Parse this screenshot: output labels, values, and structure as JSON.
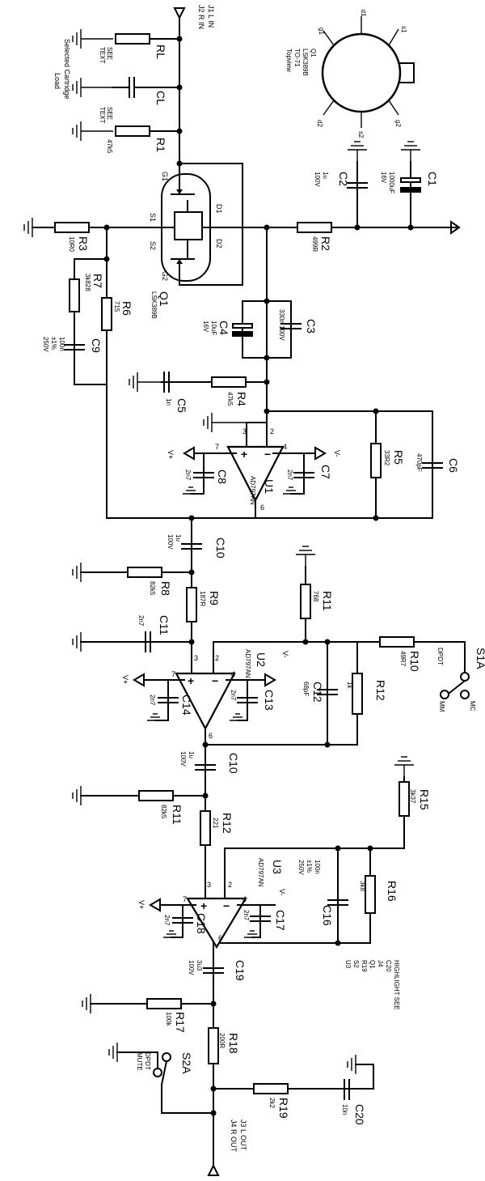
{
  "pinout": {
    "part": "LSK389B",
    "package": "TO-71",
    "view": "Topview",
    "ref": "Q1",
    "pins": [
      "d1",
      "s1",
      "g1",
      "d2",
      "s2",
      "g2"
    ]
  },
  "load": {
    "caption_1": "Selected Cartridge",
    "caption_2": "Load"
  },
  "connectors": {
    "input_1": "J1 L IN",
    "input_2": "J2 R IN",
    "output_1": "J3 L OUT",
    "output_2": "J4 R OUT"
  },
  "components": {
    "RL": {
      "ref": "RL",
      "val": "SEE",
      "val2": "TEXT"
    },
    "CL": {
      "ref": "CL",
      "val": "SEE",
      "val2": "TEXT"
    },
    "R1": {
      "ref": "R1",
      "val": "47k5"
    },
    "R2": {
      "ref": "R2",
      "val": "499R"
    },
    "R3": {
      "ref": "R3",
      "val": "10R0"
    },
    "R4": {
      "ref": "R4",
      "val": "47k5"
    },
    "R5": {
      "ref": "R5",
      "val": "33R2"
    },
    "R6": {
      "ref": "R6",
      "val": "715"
    },
    "R7": {
      "ref": "R7",
      "val": "3k828"
    },
    "R8": {
      "ref": "R8",
      "val": "82k5"
    },
    "R9": {
      "ref": "R9",
      "val": "187R"
    },
    "R10": {
      "ref": "R10",
      "val": "49R7"
    },
    "R11a": {
      "ref": "R11",
      "val": "768"
    },
    "R11b": {
      "ref": "R11",
      "val": "82k5"
    },
    "R12a": {
      "ref": "R12",
      "val": "1k"
    },
    "R12b": {
      "ref": "R12",
      "val": "221"
    },
    "R15": {
      "ref": "R15",
      "val": "3k37"
    },
    "R16": {
      "ref": "R16",
      "val": "3k8"
    },
    "R17": {
      "ref": "R17",
      "val": "100k"
    },
    "R18": {
      "ref": "R18",
      "val": "200R"
    },
    "R19": {
      "ref": "R19",
      "val": "2k2"
    },
    "C1": {
      "ref": "C1",
      "val": "1000uF",
      "val2": "16V"
    },
    "C2": {
      "ref": "C2",
      "val": "1u",
      "val2": "100V"
    },
    "C3": {
      "ref": "C3",
      "val": "330n 100V"
    },
    "C4": {
      "ref": "C4",
      "val": "10uF",
      "val2": "16V"
    },
    "C5": {
      "ref": "C5",
      "val": "1n"
    },
    "C6": {
      "ref": "C6",
      "val": "470pF"
    },
    "C7": {
      "ref": "C7",
      "val": "2n7"
    },
    "C8": {
      "ref": "C8",
      "val": "2n7"
    },
    "C9": {
      "ref": "C9",
      "val": "100n",
      "val2": "±1%",
      "val3": "250V"
    },
    "C10a": {
      "ref": "C10",
      "val": "1u",
      "val2": "100V"
    },
    "C10b": {
      "ref": "C10",
      "val": "1u",
      "val2": "100V"
    },
    "C11": {
      "ref": "C11",
      "val": "2n7"
    },
    "C12": {
      "ref": "C12",
      "val": "68pF"
    },
    "C13": {
      "ref": "C13",
      "val": "2n7"
    },
    "C14": {
      "ref": "C14",
      "val": "2n7"
    },
    "C16": {
      "ref": "C16",
      "val": "100n",
      "val2": "±1%",
      "val3": "250V"
    },
    "C17": {
      "ref": "C17",
      "val": "2n7"
    },
    "C18": {
      "ref": "C18",
      "val": "2n7"
    },
    "C19": {
      "ref": "C19",
      "val": "3u3",
      "val2": "100V"
    },
    "C20": {
      "ref": "C20",
      "val": "10n"
    },
    "Q1": {
      "ref": "Q1",
      "val": "LSK389B"
    },
    "U1": {
      "ref": "U1",
      "val": "AD797AN"
    },
    "U2": {
      "ref": "U2",
      "val": "AD797AN"
    },
    "U3": {
      "ref": "U3",
      "val": "AD797AN"
    },
    "S1A": {
      "ref": "S1A",
      "val": "DPDT",
      "val2": "MM",
      "val3": "MC"
    },
    "S2A": {
      "ref": "S2A",
      "val": "DPDT",
      "val2": "MUTE"
    }
  },
  "nodes": {
    "d1": "D1",
    "d2": "D2",
    "s1": "S1",
    "s2": "S2",
    "g1": "G1",
    "g2": "G2"
  },
  "rails": {
    "vpos": "V+",
    "vneg": "V-"
  },
  "pins": {
    "p2": "2",
    "p3": "3",
    "p4": "4",
    "p6": "6",
    "p7": "7"
  },
  "bom_note": {
    "heading": "HIGHLIGHT SEE",
    "lines": [
      "C20",
      "J4",
      "Q1",
      "R19",
      "S2",
      "U3"
    ]
  }
}
